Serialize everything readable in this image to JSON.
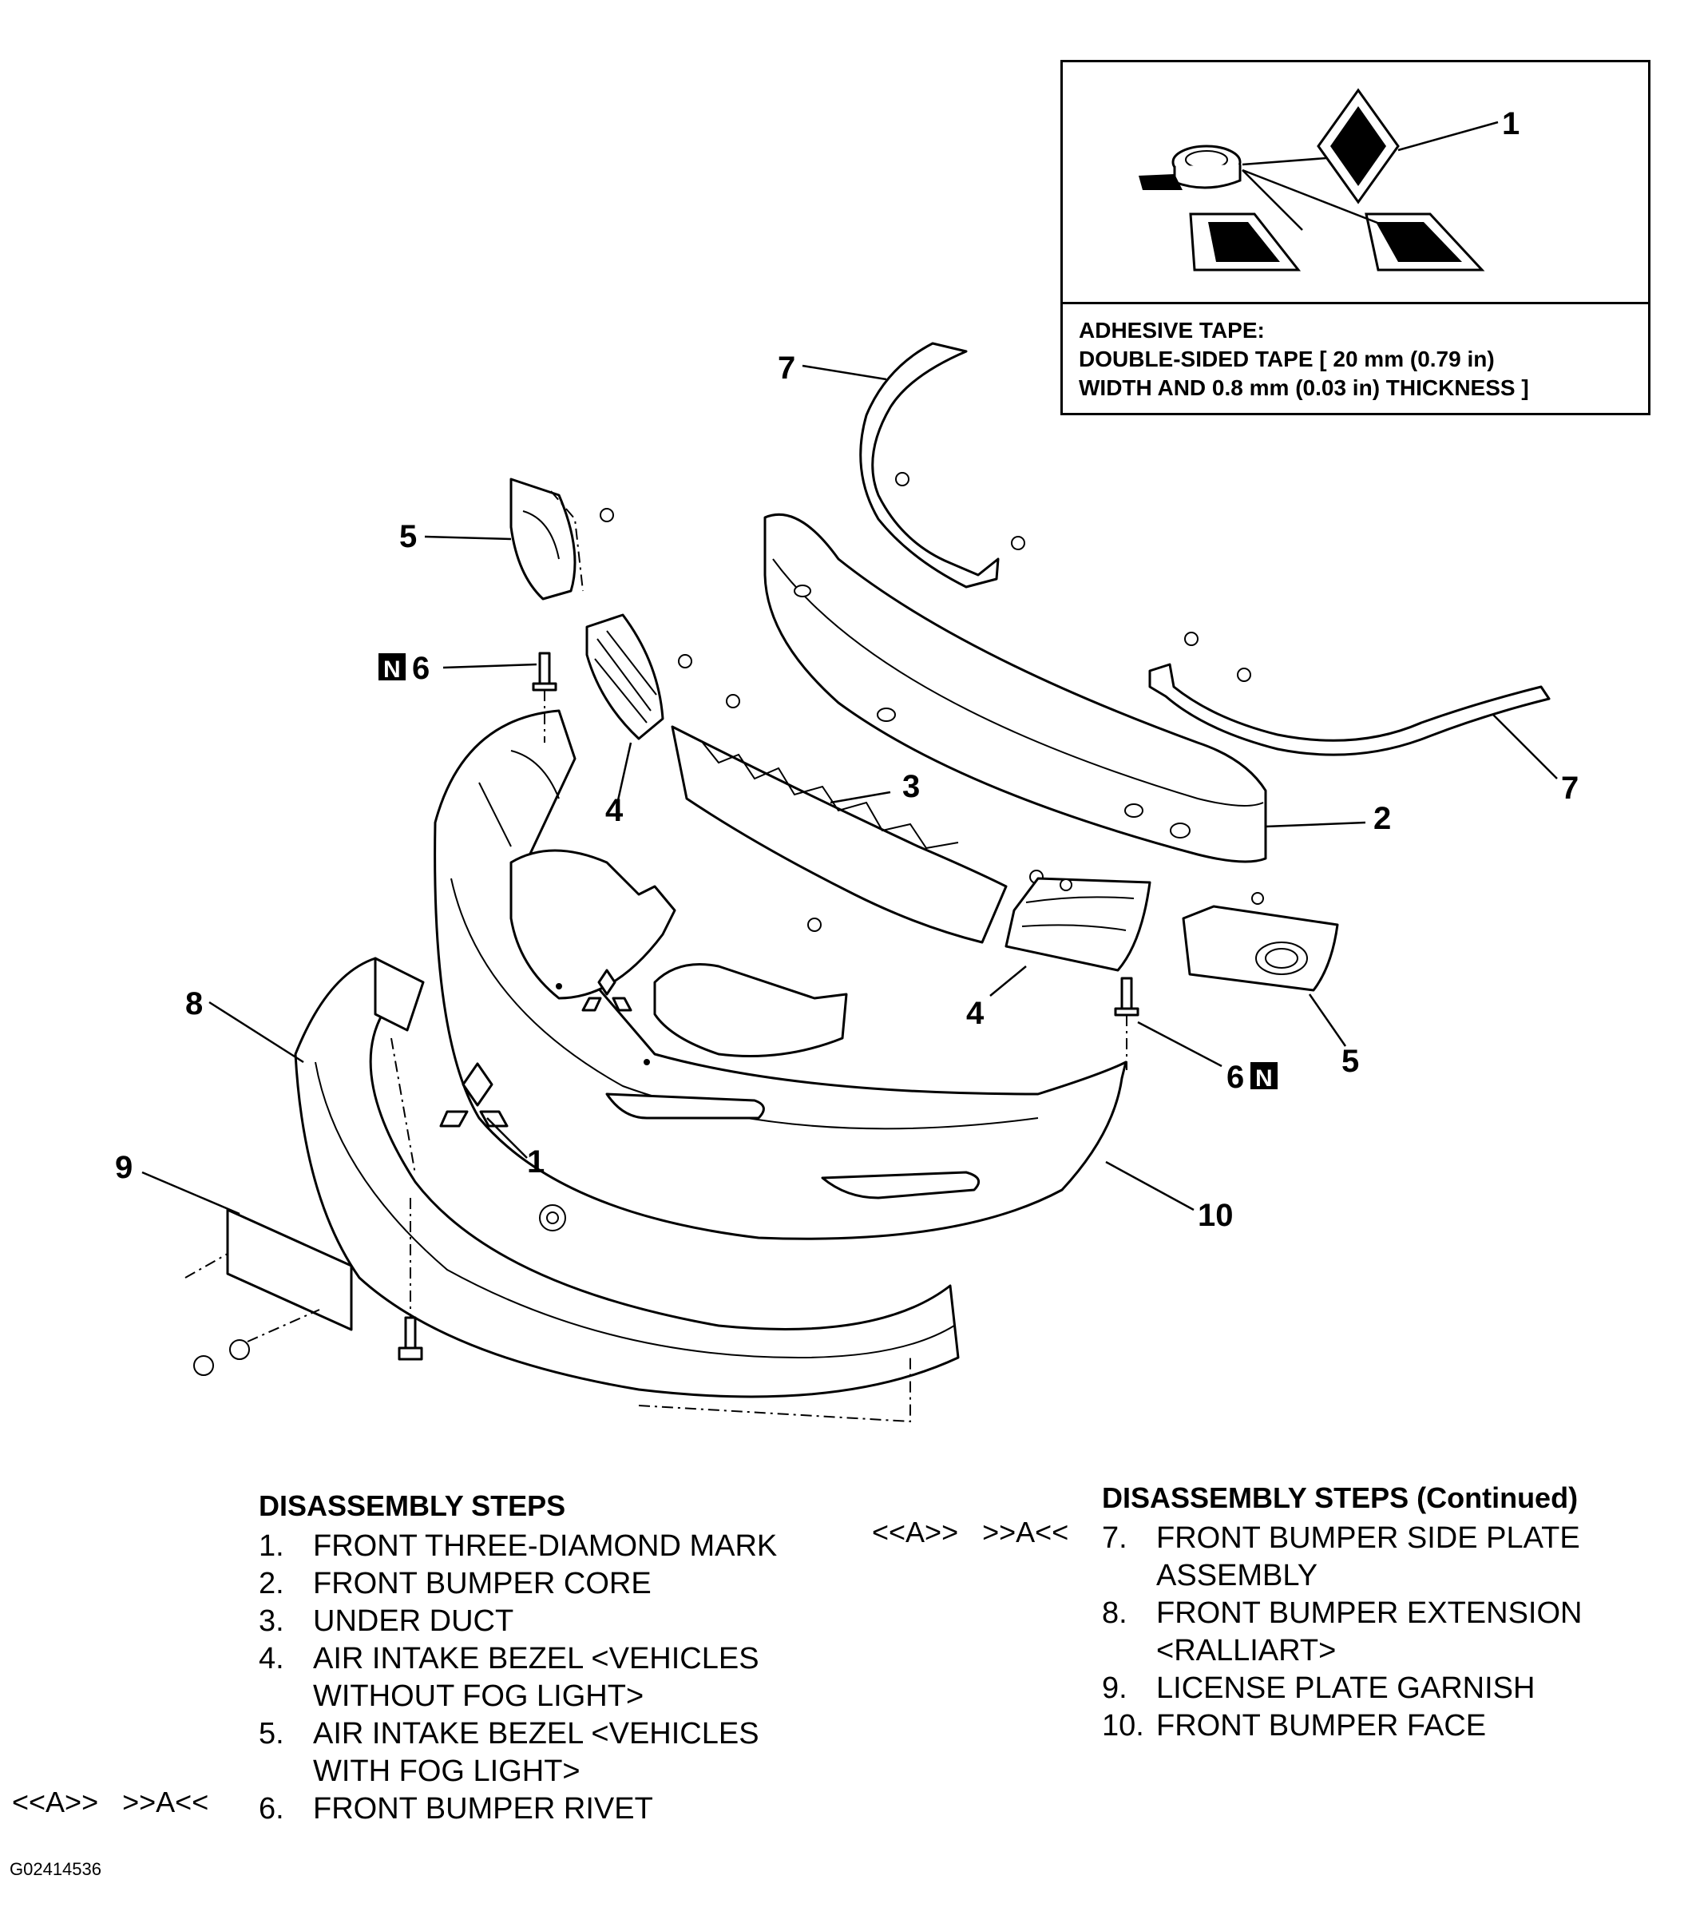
{
  "inset": {
    "callout": "1",
    "caption": [
      "ADHESIVE TAPE:",
      "DOUBLE-SIDED TAPE [ 20 mm (0.79 in)",
      "WIDTH AND 0.8 mm (0.03 in) THICKNESS ]"
    ]
  },
  "callouts": {
    "c1": "1",
    "c2": "2",
    "c3": "3",
    "c4a": "4",
    "c4b": "4",
    "c5a": "5",
    "c5b": "5",
    "c6a": "6",
    "c6b": "6",
    "c7a": "7",
    "c7b": "7",
    "c8": "8",
    "c9": "9",
    "c10": "10",
    "n_badge": "N"
  },
  "steps_left": {
    "heading": "DISASSEMBLY STEPS",
    "items": [
      {
        "num": "1.",
        "text": "FRONT THREE-DIAMOND MARK"
      },
      {
        "num": "2.",
        "text": "FRONT BUMPER CORE"
      },
      {
        "num": "3.",
        "text": "UNDER DUCT"
      },
      {
        "num": "4.",
        "text": "AIR INTAKE BEZEL <VEHICLES\nWITHOUT FOG LIGHT>"
      },
      {
        "num": "5.",
        "text": "AIR INTAKE BEZEL <VEHICLES\nWITH FOG LIGHT>"
      },
      {
        "num": "6.",
        "text": "FRONT BUMPER RIVET"
      }
    ]
  },
  "steps_right": {
    "heading": "DISASSEMBLY STEPS (Continued)",
    "items": [
      {
        "num": "7.",
        "text": "FRONT BUMPER SIDE PLATE\nASSEMBLY"
      },
      {
        "num": "8.",
        "text": "FRONT BUMPER EXTENSION\n<RALLIART>"
      },
      {
        "num": "9.",
        "text": "LICENSE PLATE GARNISH"
      },
      {
        "num": "10.",
        "text": "FRONT BUMPER FACE"
      }
    ]
  },
  "refs": {
    "left": "<<A>>   >>A<<",
    "right": "<<A>>   >>A<<"
  },
  "drawing_code": "G02414536"
}
